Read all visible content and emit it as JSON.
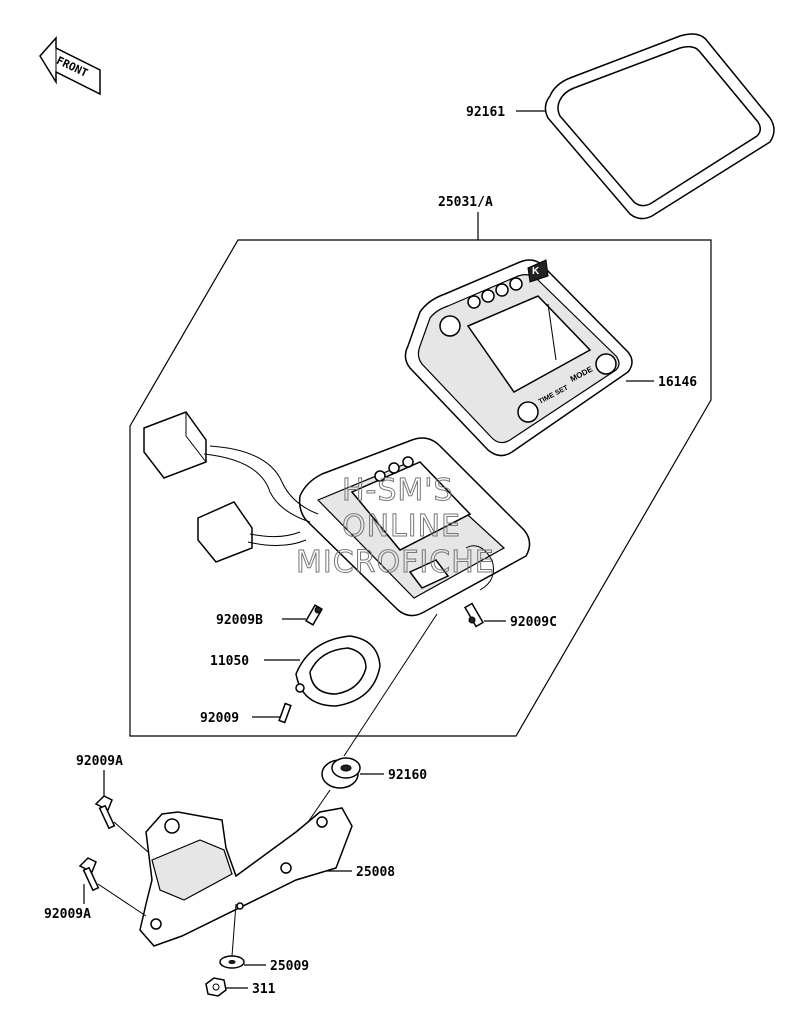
{
  "front_indicator": {
    "label": "FRONT"
  },
  "watermark": {
    "line1": "H-SM'S",
    "line2": "ONLINE",
    "line3": "MICROFICHE"
  },
  "parts": {
    "p92161": "92161",
    "p25031A": "25031/A",
    "p16146": "16146",
    "p92009B": "92009B",
    "p92009C": "92009C",
    "p11050": "11050",
    "p92009": "92009",
    "p92009A_top": "92009A",
    "p92160": "92160",
    "p25008": "25008",
    "p92009A_bottom": "92009A",
    "p25009": "25009",
    "p311": "311"
  },
  "meter_face": {
    "mode_label": "MODE",
    "time_set_label": "TIME SET",
    "brand_mark": "K"
  }
}
